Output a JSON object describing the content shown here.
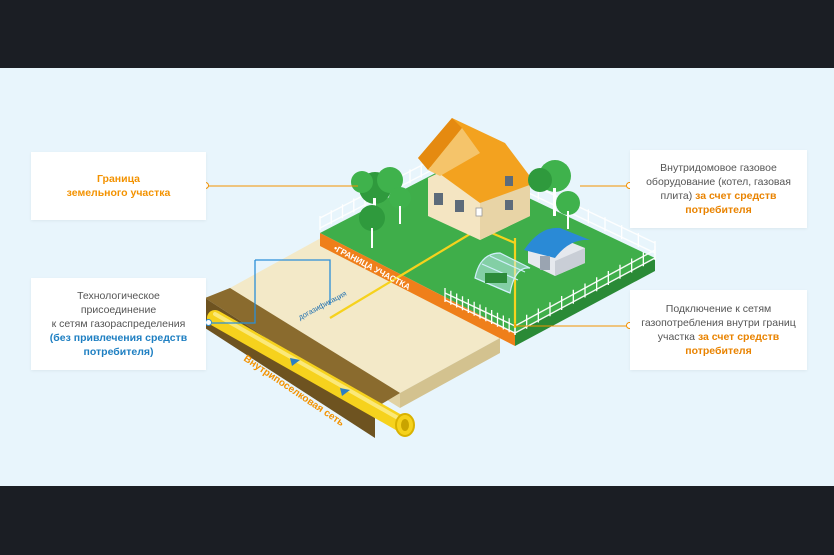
{
  "cards": {
    "boundary": {
      "line1": "Граница",
      "line2": "земельного участка"
    },
    "connection": {
      "line1": "Технологическое присоединение",
      "line2": "к сетям газораспределения",
      "line3": "(без привлечения средств",
      "line4": "потребителя)"
    },
    "indoor": {
      "line1": "Внутридомовое газовое",
      "line2": "оборудование (котел, газовая",
      "line3_plain": "плита)",
      "line3_bold": "за счет средств",
      "line4": "потребителя"
    },
    "consumption": {
      "line1": "Подключение к сетям",
      "line2": "газопотребления внутри границ",
      "line3_plain": "участка",
      "line3_bold": "за счет средств",
      "line4": "потребителя"
    }
  },
  "labels": {
    "plot_boundary": "•ГРАНИЦА УЧАСТКА",
    "gasification": "догазификация",
    "village_network": "Внутрипоселковая сеть"
  },
  "colors": {
    "orange": "#f39200",
    "blue": "#1e7fc2",
    "grass": "#3dae49",
    "soil": "#f0e6c4",
    "pipe": "#f6d21d"
  },
  "icons": [
    "house-icon",
    "tree-icon",
    "greenhouse-icon",
    "shed-icon",
    "fence-icon",
    "gas-pipe-icon"
  ]
}
